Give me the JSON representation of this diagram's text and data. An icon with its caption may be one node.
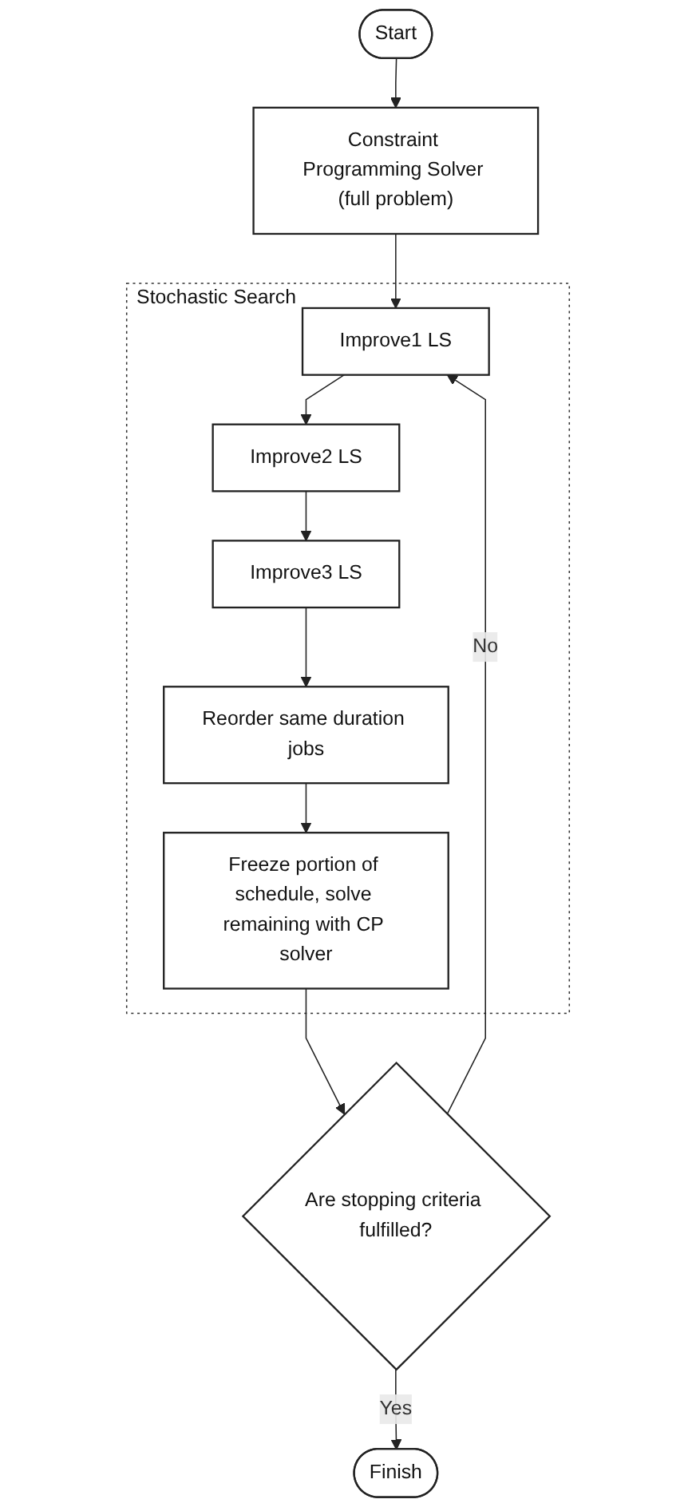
{
  "diagram": {
    "nodes": [
      {
        "text": [
          "Start"
        ]
      },
      {
        "text": [
          "Constraint Programming Solver (full problem)"
        ]
      },
      {
        "text": [
          "Stochastic Search"
        ]
      },
      {
        "text": [
          "Improve1 LS"
        ],
        "in": 2
      },
      {
        "text": [
          "Improve2 LS"
        ],
        "in": 2
      },
      {
        "text": [
          "Improve3 LS"
        ],
        "in": 2
      },
      {
        "text": [
          "Reorder same duration jobs"
        ],
        "in": 2
      },
      {
        "text": [
          "Freeze portion of schedule, solve remaining with CP solver"
        ],
        "in": 2
      },
      {
        "text": [
          "Are stopping criteria fulfilled?"
        ]
      },
      {
        "text": [
          "Finish"
        ]
      }
    ],
    "edges": [
      {
        "from": 0,
        "to": 1,
        "arrow": "to"
      },
      {
        "from": 1,
        "to": 3,
        "arrow": "to"
      },
      {
        "from": 3,
        "to": 4,
        "arrow": "to"
      },
      {
        "from": 4,
        "to": 5,
        "arrow": "to"
      },
      {
        "from": 5,
        "to": 6,
        "arrow": "to"
      },
      {
        "from": 6,
        "to": 7,
        "arrow": "to"
      },
      {
        "from": 7,
        "to": 8,
        "arrow": "to"
      },
      {
        "from": 8,
        "to": 3,
        "label": "No",
        "arrow": "to"
      },
      {
        "from": 8,
        "to": 9,
        "label": "Yes",
        "arrow": "to"
      }
    ]
  }
}
